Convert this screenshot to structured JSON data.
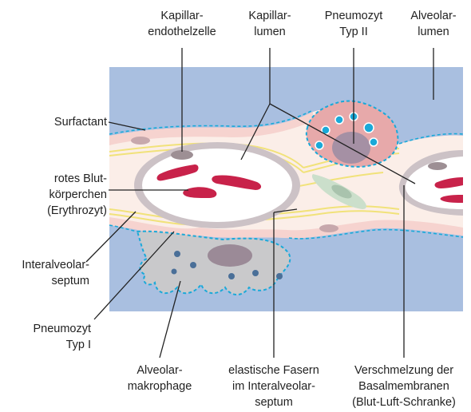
{
  "labels": {
    "kapillar_endothelzelle": [
      "Kapillar-",
      "endothelzelle"
    ],
    "kapillar_lumen": [
      "Kapillar-",
      "lumen"
    ],
    "pneumozyt_typ2": [
      "Pneumozyt",
      "Typ II"
    ],
    "alveolar_lumen": [
      "Alveolar-",
      "lumen"
    ],
    "surfactant": [
      "Surfactant"
    ],
    "rote_blutkoerperchen": [
      "rotes Blut-",
      "körperchen",
      "(Erythrozyt)"
    ],
    "interalveolarseptum": [
      "Interalveolar-",
      "septum"
    ],
    "pneumozyt_typ1": [
      "Pneumozyt",
      "Typ I"
    ],
    "alveolarmakrophage": [
      "Alveolar-",
      "makrophage"
    ],
    "elastische_fasern": [
      "elastische Fasern",
      "im Interalveolar-",
      "septum"
    ],
    "verschmelzung": [
      "Verschmelzung der",
      "Basalmembranen",
      "(Blut-Luft-Schranke)"
    ]
  },
  "colors": {
    "alveolar_air": "#a9bfe0",
    "septum_tissue": "#fbeee8",
    "epithelium": "#f6d3cf",
    "basal_membrane_yellow": "#f1e27a",
    "endothelium": "#ccc2c6",
    "endothelial_nucleus": "#9d8f94",
    "erythrocyte": "#c8224a",
    "pneumocyte_II": "#e7a9aa",
    "pneumocyte_II_nucleus": "#a590a4",
    "surfactant_dots": "#1aa9d8",
    "macrophage": "#c9c9cb",
    "macrophage_nucleus": "#9b8a97",
    "fibroblast": "#cbdfcb",
    "leader_lines": "#222222"
  }
}
